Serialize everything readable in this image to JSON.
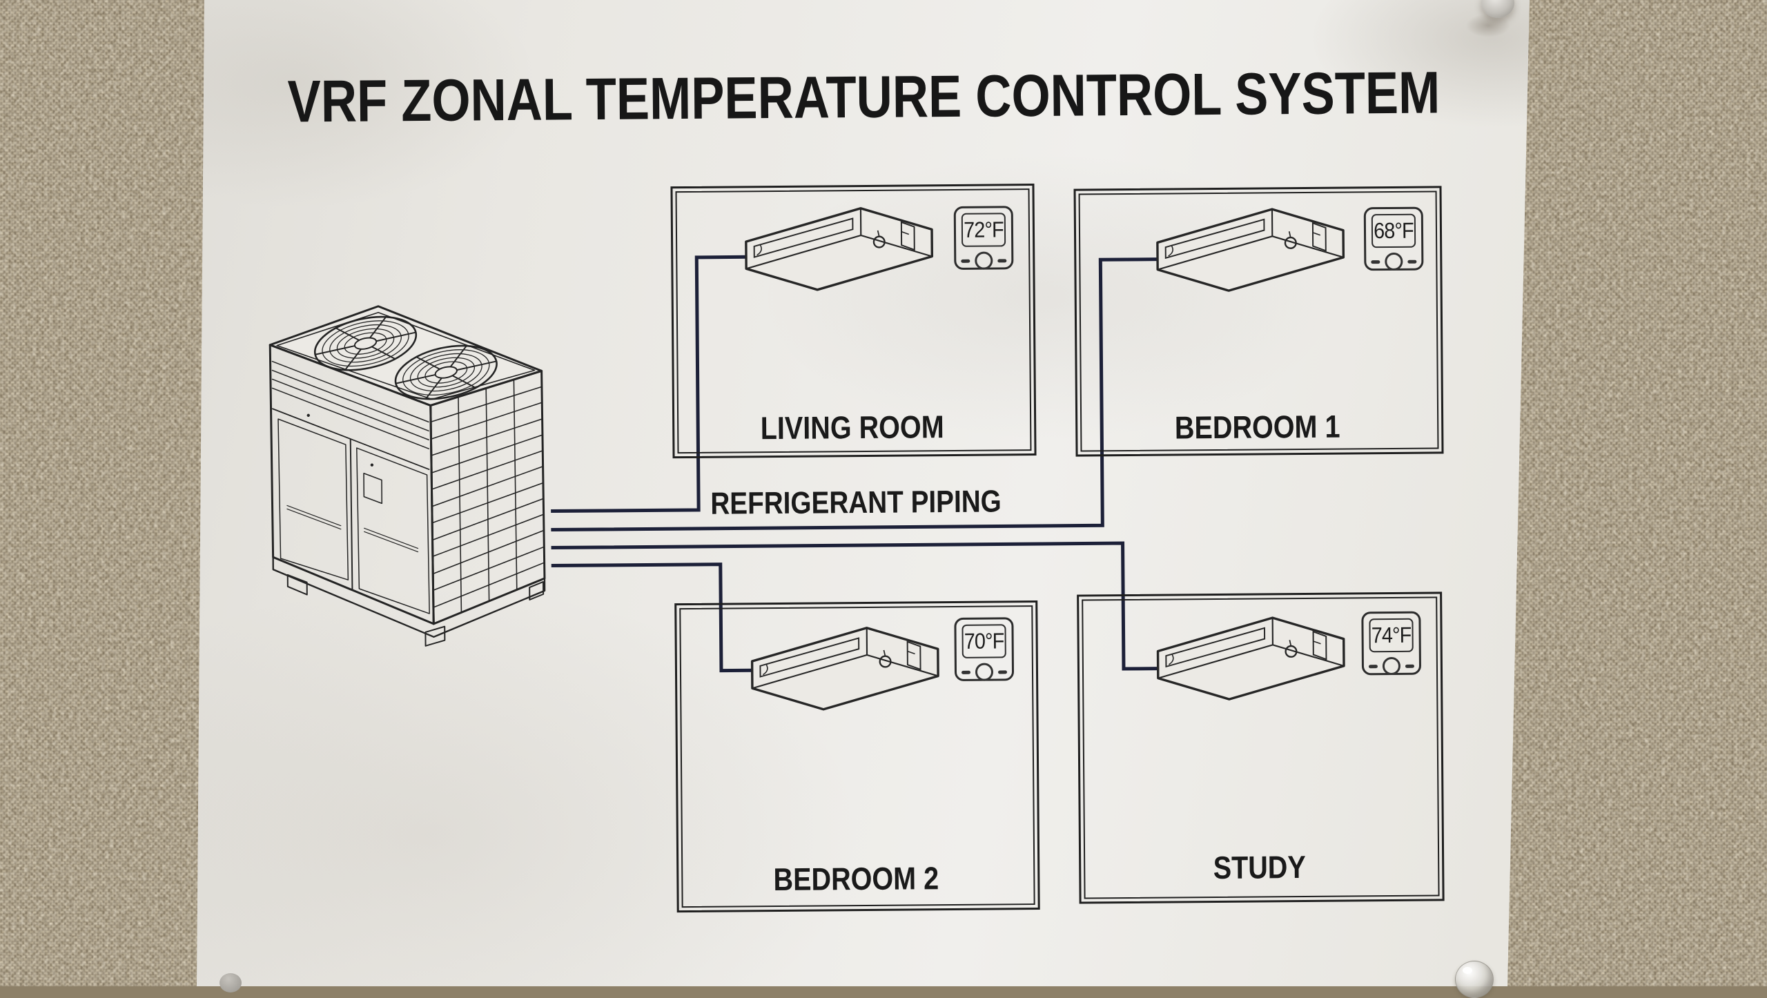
{
  "poster": {
    "title": "VRF ZONAL TEMPERATURE CONTROL SYSTEM",
    "piping_label": "REFRIGERANT PIPING",
    "rooms": [
      {
        "name": "LIVING ROOM",
        "temp": "72°F"
      },
      {
        "name": "BEDROOM 1",
        "temp": "68°F"
      },
      {
        "name": "BEDROOM 2",
        "temp": "70°F"
      },
      {
        "name": "STUDY",
        "temp": "74°F"
      }
    ],
    "icons": {
      "outdoor_unit": "vrf-outdoor-unit-line-drawing",
      "indoor_unit": "ceiling-duct-indoor-unit-line-drawing",
      "thermostat": "thermostat-with-display-and-dial"
    },
    "colors": {
      "paper": "#eceae5",
      "wall_fabric": "#b1a48c",
      "diagram_line": "#242424",
      "piping_line": "#1c2038"
    }
  },
  "scene": {
    "pushpins": [
      "top-right-metal-pin",
      "bottom-right-clear-pin",
      "bottom-left-pin-tip"
    ]
  }
}
